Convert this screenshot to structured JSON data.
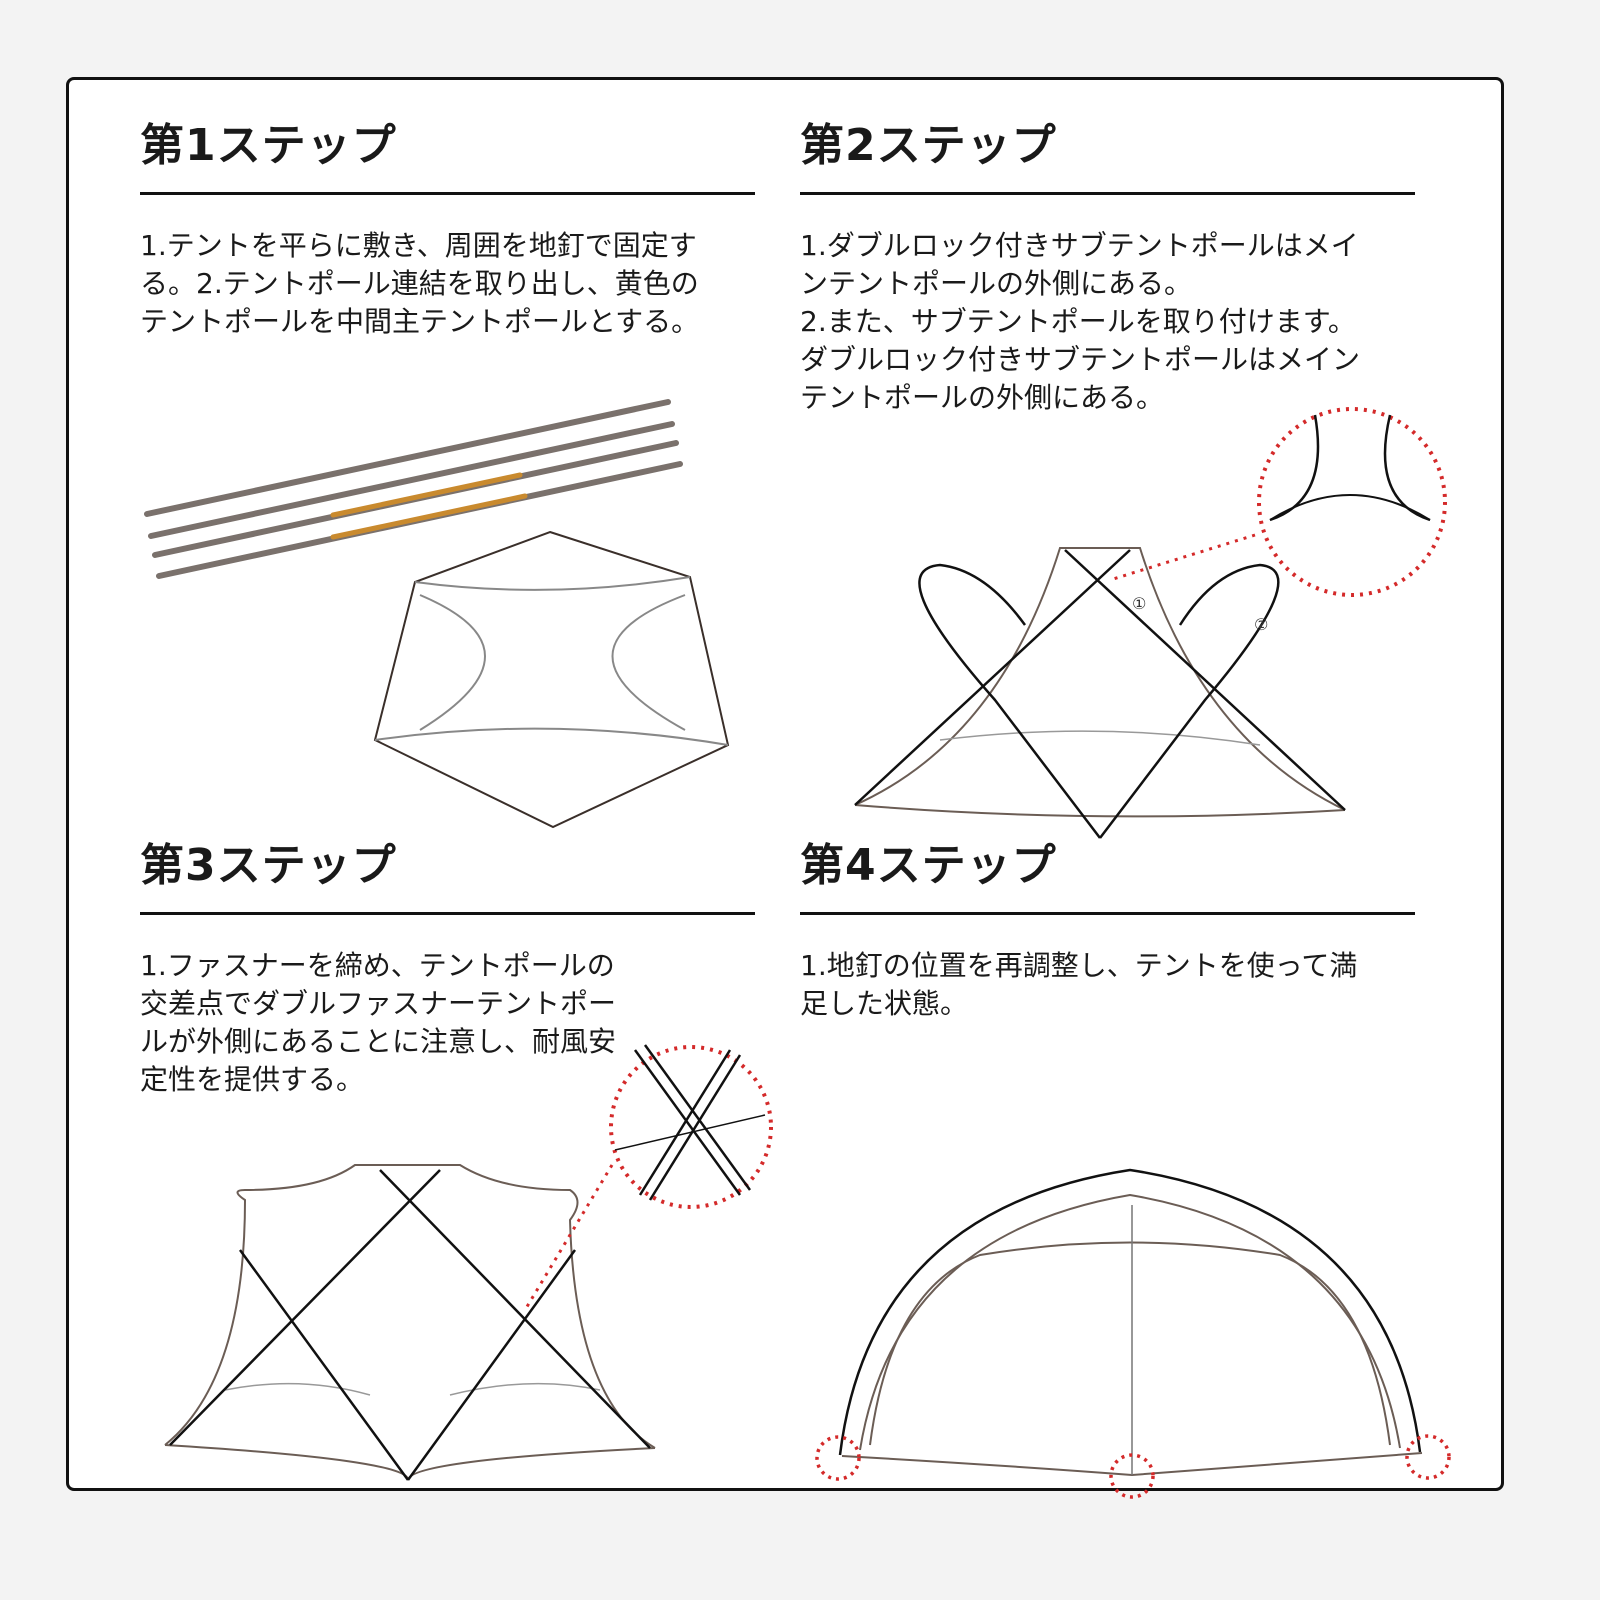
{
  "steps": [
    {
      "title": "第1ステップ",
      "lines": [
        "1.テントを平らに敷き、周囲を地釘で固定す",
        "る。2.テントポール連結を取り出し、黄色の",
        "テントポールを中間主テントポールとする。"
      ]
    },
    {
      "title": "第2ステップ",
      "lines": [
        "1.ダブルロック付きサブテントポールはメイ",
        "ンテントポールの外側にある。",
        "2.また、サブテントポールを取り付けます。",
        "ダブルロック付きサブテントポールはメイン",
        "テントポールの外側にある。"
      ],
      "markers": [
        "①",
        "②"
      ]
    },
    {
      "title": "第3ステップ",
      "lines": [
        "1.ファスナーを締め、テントポールの",
        "交差点でダブルファスナーテントポー",
        "ルが外側にあることに注意し、耐風安",
        "定性を提供する。"
      ]
    },
    {
      "title": "第4ステップ",
      "lines": [
        "1.地釘の位置を再調整し、テントを使って満",
        "足した状態。"
      ]
    }
  ],
  "colors": {
    "accent": "#d42a2a",
    "pole_yellow": "#c98a2e",
    "line": "#111111"
  }
}
